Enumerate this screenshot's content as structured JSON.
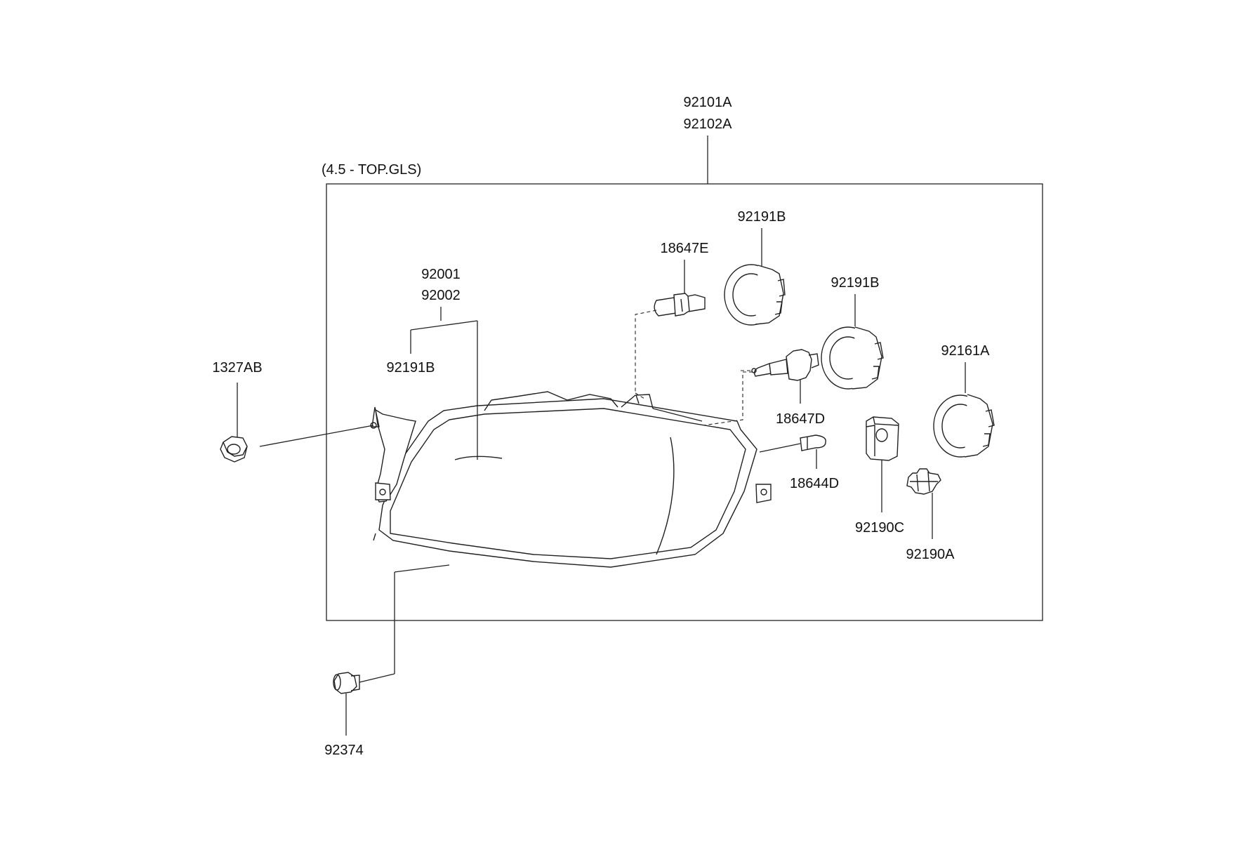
{
  "diagram": {
    "group_label": "(4.5 - TOP.GLS)",
    "assembly_part_numbers": [
      "92101A",
      "92102A"
    ],
    "parts": {
      "headlamp_housing": [
        "92001",
        "92002"
      ],
      "housing_bracket": "92191B",
      "nut": "1327AB",
      "screw": "92374",
      "bulb_upper": "18647E",
      "cap_upper": "92191B",
      "cap_middle": "92191B",
      "bulb_main": "18647D",
      "bulb_small": "18644D",
      "cap_right": "92161A",
      "socket_cover": "92190C",
      "socket": "92190A"
    }
  }
}
